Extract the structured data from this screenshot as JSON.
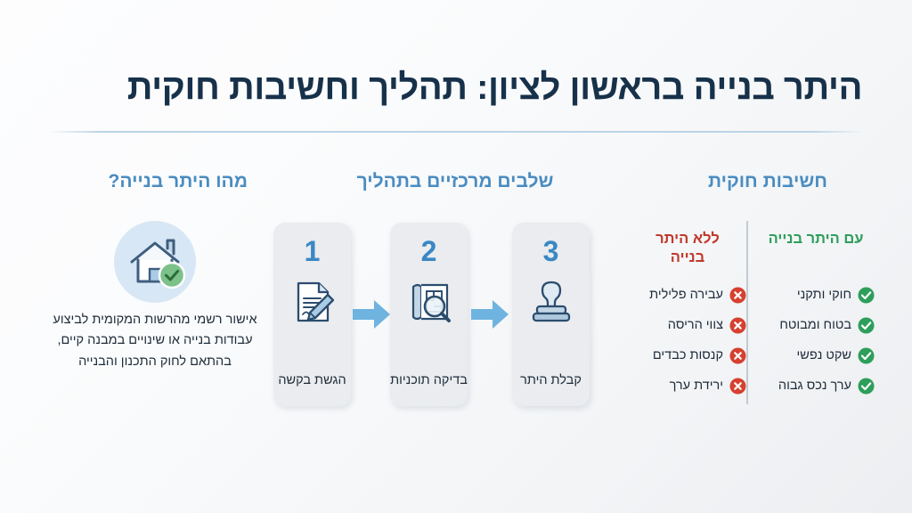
{
  "page": {
    "title": "היתר בנייה בראשון לציון: תהליך וחשיבות חוקית",
    "colors": {
      "title": "#17314a",
      "section_heading": "#4a8cc0",
      "accent_blue": "#3b87c4",
      "arrow_blue": "#6fb3e0",
      "positive_green": "#2e9e5b",
      "negative_red": "#c0392b",
      "card_bg": "#eaecef",
      "divider": "#c3cad2",
      "house_badge_bg": "#d7e7f5"
    }
  },
  "what_is": {
    "heading": "מהו היתר בנייה?",
    "icon": "house-check-icon",
    "description": "אישור רשמי מהרשות המקומית לביצוע עבודות בנייה או שינויים במבנה קיים, בהתאם לחוק התכנון והבנייה"
  },
  "process": {
    "heading": "שלבים מרכזיים בתהליך",
    "steps": [
      {
        "number": "1",
        "label": "הגשת בקשה",
        "icon": "document-pen-icon"
      },
      {
        "number": "2",
        "label": "בדיקה תוכניות",
        "icon": "blueprint-magnifier-icon"
      },
      {
        "number": "3",
        "label": "קבלת היתר",
        "icon": "rubber-stamp-icon"
      }
    ],
    "arrow_icon": "arrow-right-icon"
  },
  "legal": {
    "heading": "חשיבות חוקית",
    "with_permit": {
      "heading": "עם היתר בנייה",
      "badge_icon": "check-circle-icon",
      "items": [
        "חוקי ותקני",
        "בטוח ומבוטח",
        "שקט נפשי",
        "ערך נכס גבוה"
      ]
    },
    "without_permit": {
      "heading": "ללא היתר בנייה",
      "badge_icon": "x-circle-icon",
      "items": [
        "עבירה פלילית",
        "צווי הריסה",
        "קנסות כבדים",
        "ירידת ערך"
      ]
    }
  }
}
